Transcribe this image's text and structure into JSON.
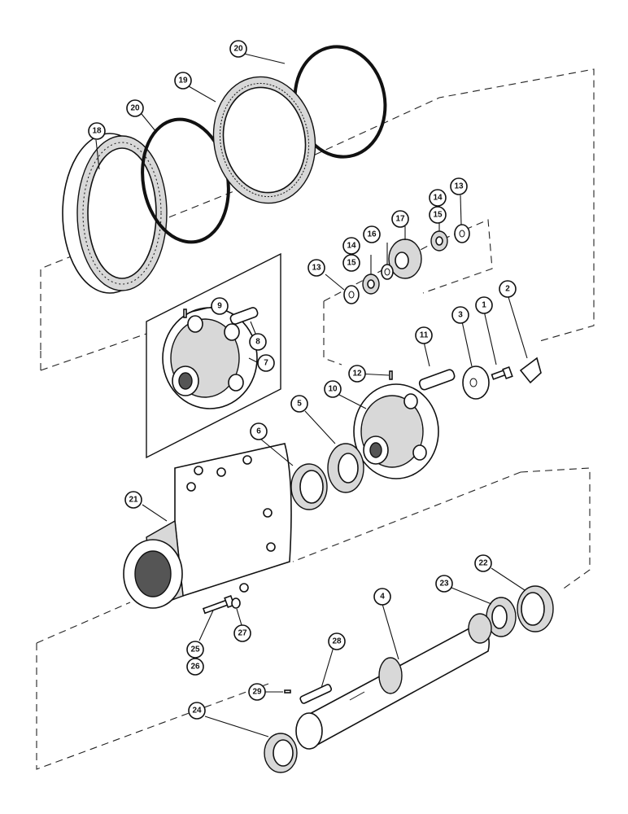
{
  "callouts": [
    {
      "id": "c1",
      "label": "1"
    },
    {
      "id": "c2",
      "label": "2"
    },
    {
      "id": "c3",
      "label": "3"
    },
    {
      "id": "c4",
      "label": "4"
    },
    {
      "id": "c5",
      "label": "5"
    },
    {
      "id": "c6",
      "label": "6"
    },
    {
      "id": "c7",
      "label": "7"
    },
    {
      "id": "c8",
      "label": "8"
    },
    {
      "id": "c9",
      "label": "9"
    },
    {
      "id": "c10",
      "label": "10"
    },
    {
      "id": "c11",
      "label": "11"
    },
    {
      "id": "c12",
      "label": "12"
    },
    {
      "id": "c13a",
      "label": "13"
    },
    {
      "id": "c13b",
      "label": "13"
    },
    {
      "id": "c14a",
      "label": "14"
    },
    {
      "id": "c14b",
      "label": "14"
    },
    {
      "id": "c15a",
      "label": "15"
    },
    {
      "id": "c15b",
      "label": "15"
    },
    {
      "id": "c16",
      "label": "16"
    },
    {
      "id": "c17",
      "label": "17"
    },
    {
      "id": "c18",
      "label": "18"
    },
    {
      "id": "c19",
      "label": "19"
    },
    {
      "id": "c20a",
      "label": "20"
    },
    {
      "id": "c20b",
      "label": "20"
    },
    {
      "id": "c21",
      "label": "21"
    },
    {
      "id": "c22",
      "label": "22"
    },
    {
      "id": "c23",
      "label": "23"
    },
    {
      "id": "c24",
      "label": "24"
    },
    {
      "id": "c25",
      "label": "25"
    },
    {
      "id": "c26",
      "label": "26"
    },
    {
      "id": "c27",
      "label": "27"
    },
    {
      "id": "c28",
      "label": "28"
    },
    {
      "id": "c29",
      "label": "29"
    }
  ]
}
